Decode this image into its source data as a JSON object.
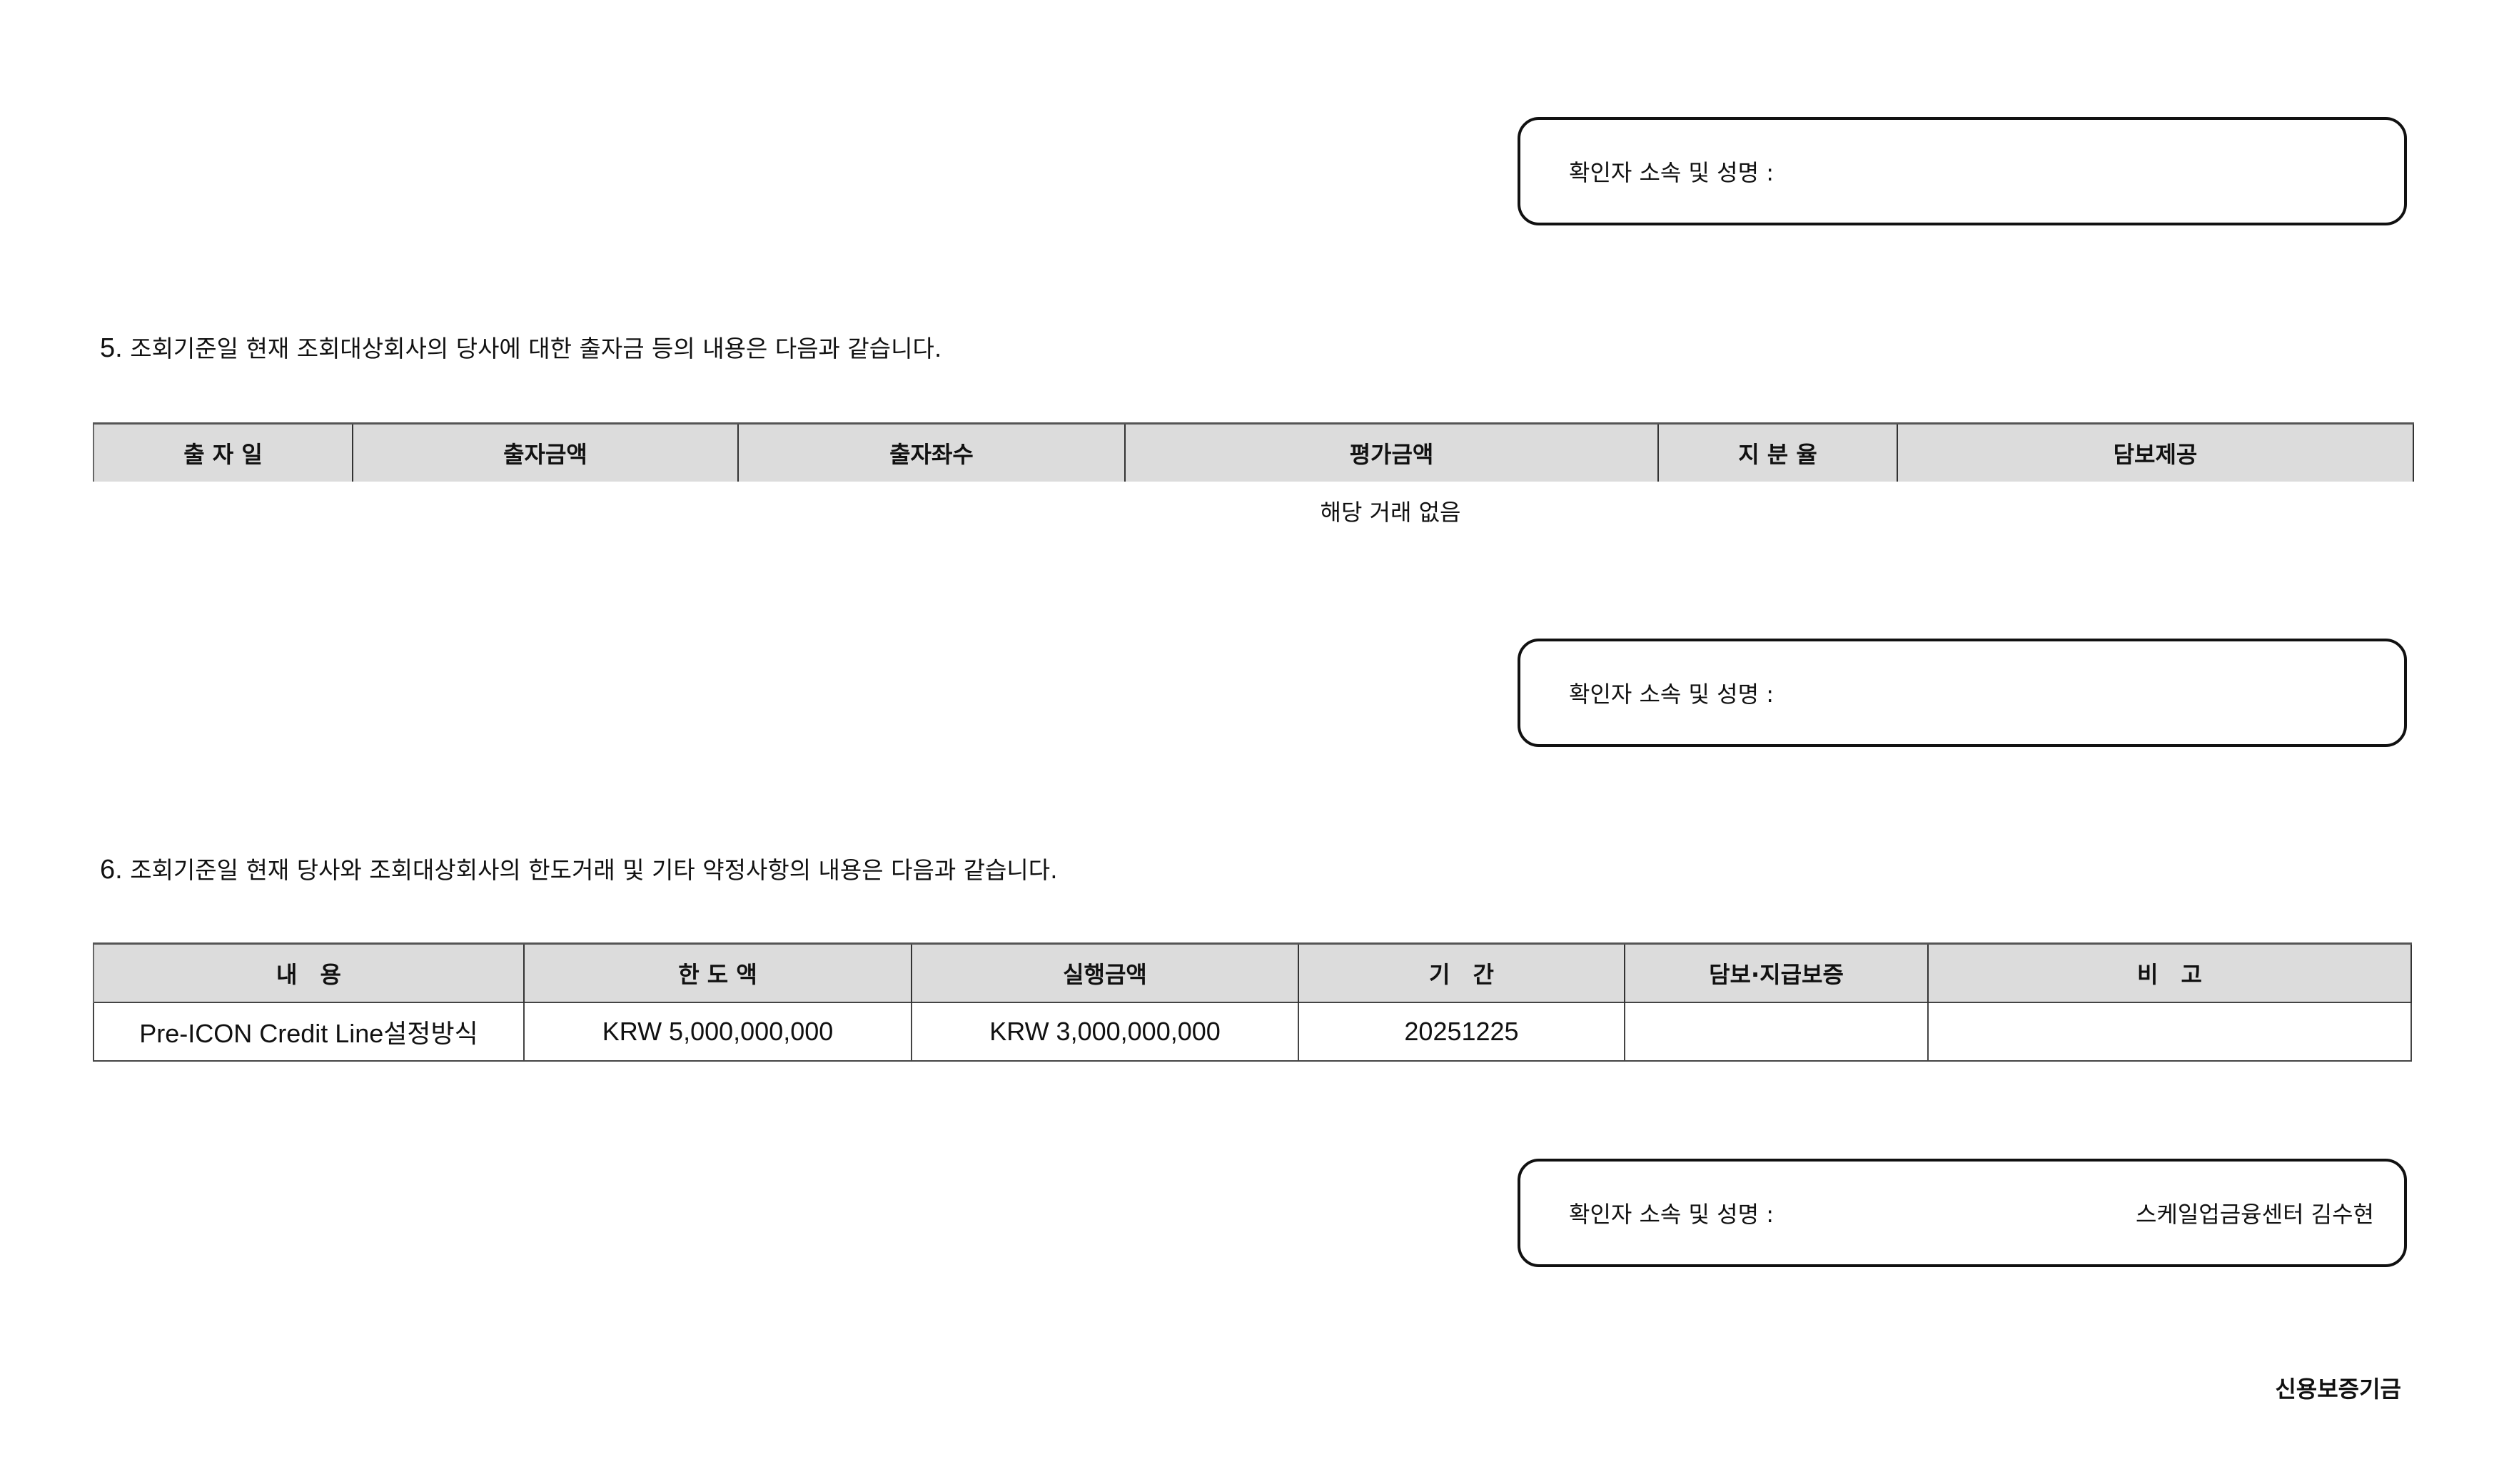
{
  "confirm_label": "확인자 소속 및 성명 :",
  "confirm_boxes": [
    {
      "value": ""
    },
    {
      "value": ""
    },
    {
      "value": "스케일업금융센터 김수현"
    }
  ],
  "section5": {
    "number": "5.",
    "text": "조회기준일 현재 조회대상회사의 당사에 대한 출자금 등의 내용은 다음과 같습니다.",
    "headers": [
      "출 자 일",
      "출자금액",
      "출자좌수",
      "평가금액",
      "지 분 율",
      "담보제공"
    ],
    "empty_text": "해당 거래 없음"
  },
  "section6": {
    "number": "6.",
    "text": "조회기준일 현재 당사와 조회대상회사의 한도거래 및 기타 약정사항의 내용은 다음과 같습니다.",
    "headers": [
      "내　용",
      "한 도 액",
      "실행금액",
      "기　간",
      "담보·지급보증",
      "비　고"
    ],
    "rows": [
      {
        "content": "Pre-ICON Credit Line설정방식",
        "limit": "KRW 5,000,000,000",
        "executed": "KRW 3,000,000,000",
        "period": "20251225",
        "collateral": "",
        "remarks": ""
      }
    ]
  },
  "organization": "신용보증기금"
}
